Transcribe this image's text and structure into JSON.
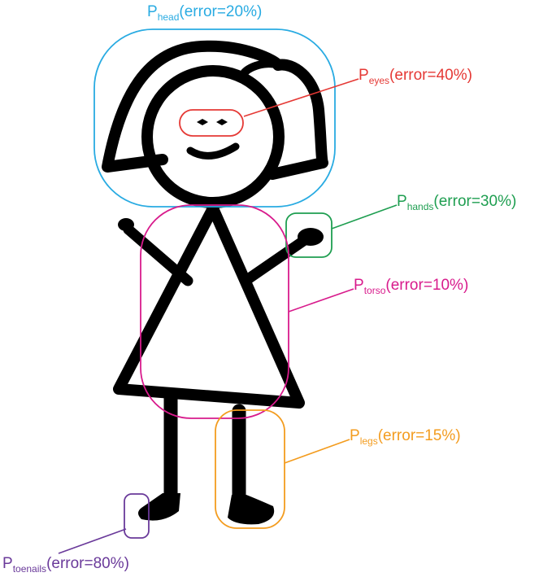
{
  "colors": {
    "figure": "#000000",
    "head": "#29abe2",
    "eyes": "#e53935",
    "hands": "#1e9e50",
    "torso": "#d81b8c",
    "legs": "#f39c1f",
    "toenails": "#6a3a9a"
  },
  "labels": {
    "head": {
      "symbol": "P",
      "subscript": "head",
      "text": "(error=20%)"
    },
    "eyes": {
      "symbol": "P",
      "subscript": "eyes",
      "text": "(error=40%)"
    },
    "hands": {
      "symbol": "P",
      "subscript": "hands",
      "text": "(error=30%)"
    },
    "torso": {
      "symbol": "P",
      "subscript": "torso",
      "text": "(error=10%)"
    },
    "legs": {
      "symbol": "P",
      "subscript": "legs",
      "text": "(error=15%)"
    },
    "toenails": {
      "symbol": "P",
      "subscript": "toenails",
      "text": "(error=80%)"
    }
  }
}
